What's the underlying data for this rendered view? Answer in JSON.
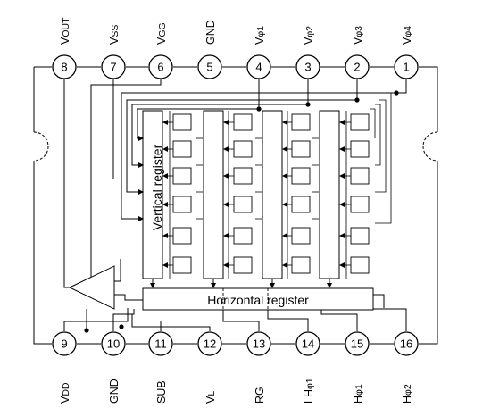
{
  "pins_top": [
    {
      "num": "8",
      "name": "VOUT",
      "main": "V",
      "sub": "OUT"
    },
    {
      "num": "7",
      "name": "VSS",
      "main": "V",
      "sub": "SS"
    },
    {
      "num": "6",
      "name": "VGG",
      "main": "V",
      "sub": "GG"
    },
    {
      "num": "5",
      "name": "GND",
      "main": "GND",
      "sub": ""
    },
    {
      "num": "4",
      "name": "Vφ1",
      "main": "V",
      "sub": "φ1"
    },
    {
      "num": "3",
      "name": "Vφ2",
      "main": "V",
      "sub": "φ2"
    },
    {
      "num": "2",
      "name": "Vφ3",
      "main": "V",
      "sub": "φ3"
    },
    {
      "num": "1",
      "name": "Vφ4",
      "main": "V",
      "sub": "φ4"
    }
  ],
  "pins_bottom": [
    {
      "num": "9",
      "name": "VDD",
      "main": "V",
      "sub": "DD"
    },
    {
      "num": "10",
      "name": "GND",
      "main": "GND",
      "sub": ""
    },
    {
      "num": "11",
      "name": "SUB",
      "main": "SUB",
      "sub": ""
    },
    {
      "num": "12",
      "name": "VL",
      "main": "V",
      "sub": "L"
    },
    {
      "num": "13",
      "name": "RG",
      "main": "RG",
      "sub": ""
    },
    {
      "num": "14",
      "name": "LHφ1",
      "main": "LH",
      "sub": "φ1"
    },
    {
      "num": "15",
      "name": "Hφ1",
      "main": "H",
      "sub": "φ1"
    },
    {
      "num": "16",
      "name": "Hφ2",
      "main": "H",
      "sub": "φ2"
    }
  ],
  "labels": {
    "vertical_register": "Vertical register",
    "horizontal_register": "Horizontal register"
  }
}
